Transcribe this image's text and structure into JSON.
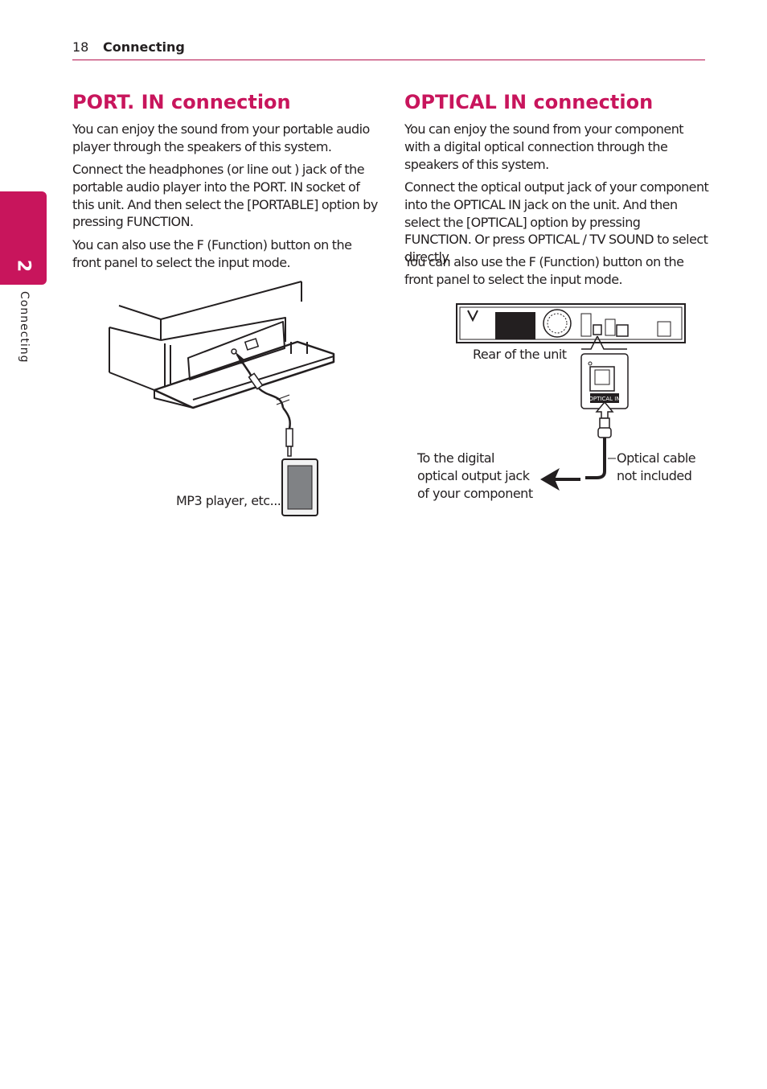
{
  "header": {
    "page_number": "18",
    "section": "Connecting"
  },
  "side_tab": {
    "number": "2",
    "label": "Connecting"
  },
  "left": {
    "title": "PORT. IN connection",
    "paragraphs": [
      "You can enjoy the sound from your portable audio player through the speakers of this system.",
      "Connect the headphones (or line out ) jack of the portable audio player into the PORT. IN socket of this unit. And then select the [PORTABLE] option by pressing FUNCTION.",
      "You can also use the F (Function) button on the front panel to select the input mode."
    ],
    "caption_player": "MP3 player, etc..."
  },
  "right": {
    "title": "OPTICAL IN connection",
    "paragraphs": [
      "You can enjoy the sound from your component with a digital optical connection through the speakers of this system.",
      "Connect the optical output jack of your component into the OPTICAL IN jack on the unit. And then select the [OPTICAL] option by pressing FUNCTION. Or press OPTICAL / TV SOUND to select directly.",
      "You can also use the F (Function) button on the front panel to select the input mode."
    ],
    "caption_rear": "Rear of the unit",
    "jack_label": "OPTICAL IN",
    "caption_output_lines": [
      "To the digital",
      "optical output jack",
      "of your component"
    ],
    "caption_cable_lines": [
      "Optical cable",
      "not included"
    ]
  }
}
